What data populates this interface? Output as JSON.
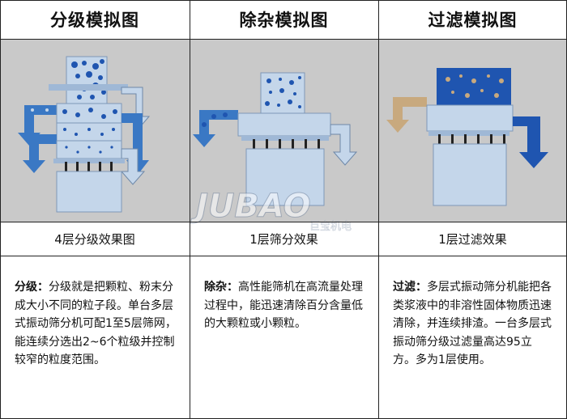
{
  "columns": [
    {
      "title": "分级模拟图",
      "caption": "4层分级效果图",
      "desc_label": "分级",
      "desc_sep": "：",
      "desc_body": "分级就是把颗粒、粉末分成大小不同的粒子段。单台多层式振动筛分机可配1至5层筛网，能连续分选出2~6个粒级并控制较窄的粒度范围。"
    },
    {
      "title": "除杂模拟图",
      "caption": "1层筛分效果",
      "desc_label": "除杂",
      "desc_sep": "：",
      "desc_body": "高性能筛机在高流量处理过程中，能迅速清除百分含量低的大颗粒或小颗粒。"
    },
    {
      "title": "过滤模拟图",
      "caption": "1层过滤效果",
      "desc_label": "过滤",
      "desc_sep": "：",
      "desc_body": "多层式振动筛分机能把各类浆液中的非溶性固体物质迅速清除，并连续排渣。一台多层式振动筛分级过滤量高达95立方。多为1层使用。"
    }
  ],
  "watermark": {
    "brand": "JUBAO",
    "cn": "巨宝机电"
  },
  "colors": {
    "panel_bg": "#c9c9c9",
    "machine": "#c4d6ea",
    "flow_blue": "#3a78c4",
    "flow_dark": "#1f55b0",
    "flow_tan": "#c8a97e",
    "grid_line": "#222222"
  }
}
